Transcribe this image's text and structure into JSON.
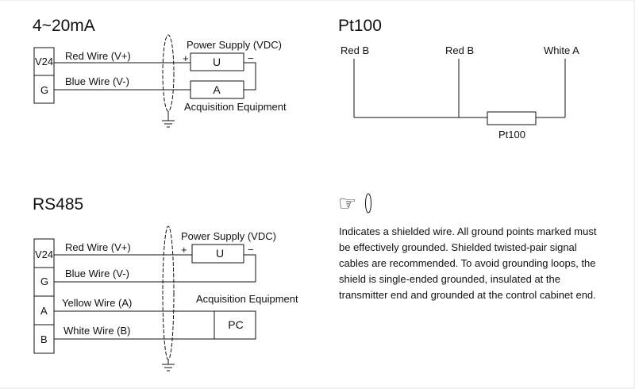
{
  "sections": {
    "current_loop": {
      "title": "4~20mA",
      "terminals": [
        "V24",
        "G"
      ],
      "wires": [
        "Red Wire (V+)",
        "Blue Wire (V-)"
      ],
      "power_supply_label": "Power Supply (VDC)",
      "power_supply_box": "U",
      "plus_sign": "+",
      "minus_sign": "−",
      "acquisition_box": "A",
      "acquisition_label": "Acquisition Equipment"
    },
    "pt100": {
      "title": "Pt100",
      "leads": [
        "Red B",
        "Red B",
        "White A"
      ],
      "resistor_label": "Pt100"
    },
    "rs485": {
      "title": "RS485",
      "terminals": [
        "V24",
        "G",
        "A",
        "B"
      ],
      "wires": [
        "Red Wire (V+)",
        "Blue Wire (V-)",
        "Yellow Wire (A)",
        "White Wire (B)"
      ],
      "power_supply_label": "Power Supply (VDC)",
      "power_supply_box": "U",
      "plus_sign": "+",
      "minus_sign": "−",
      "acquisition_label": "Acquisition Equipment",
      "pc_box": "PC"
    }
  },
  "legend": {
    "icon": "pointing-hand-icon ☞",
    "hand_glyph": "☞",
    "shield_symbol": "shield-ellipse",
    "note": "Indicates a shielded wire. All ground points marked must be effectively grounded. Shielded twisted-pair signal cables are recommended. To avoid grounding loops, the shield is single-ended grounded, insulated at the transmitter end and grounded at the control cabinet end."
  }
}
